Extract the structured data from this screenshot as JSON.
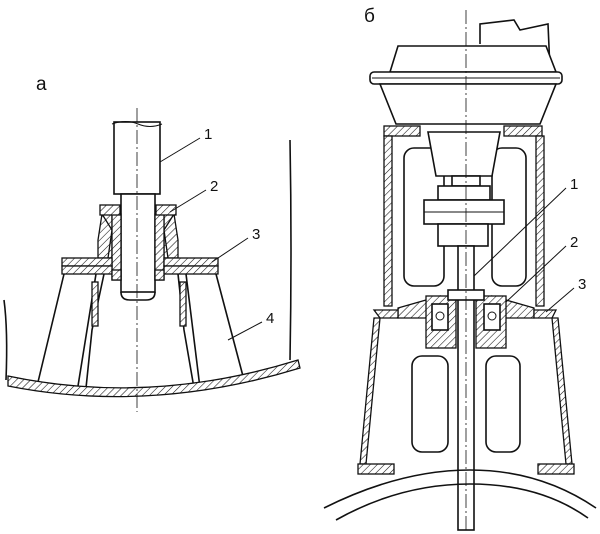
{
  "figure": {
    "panel_a": {
      "label": "а",
      "callouts": [
        "1",
        "2",
        "3",
        "4"
      ]
    },
    "panel_b": {
      "label": "б",
      "callouts": [
        "1",
        "2",
        "3"
      ]
    }
  }
}
